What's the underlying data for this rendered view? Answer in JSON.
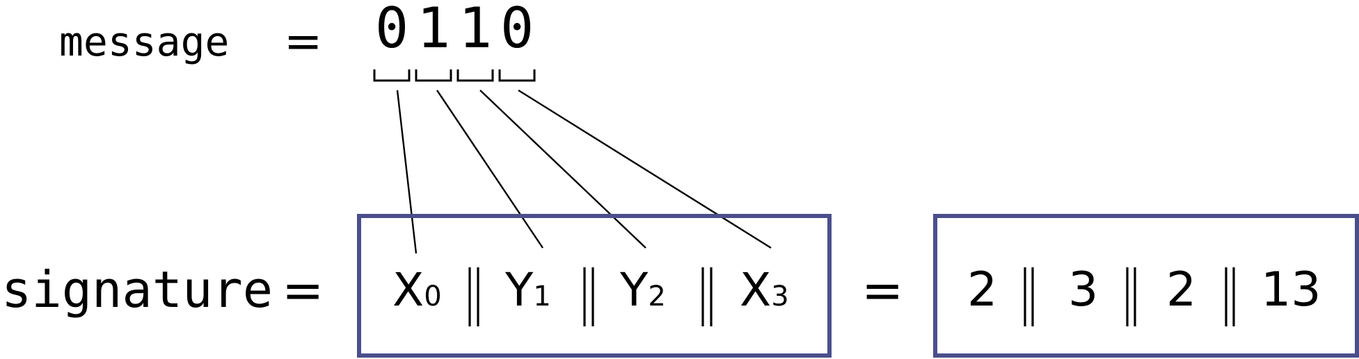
{
  "message": {
    "label": "message",
    "equals": "=",
    "bits": [
      "0",
      "1",
      "1",
      "0"
    ]
  },
  "signature": {
    "label": "signature",
    "equals": "=",
    "parts": [
      {
        "base": "X",
        "subscript": "0"
      },
      {
        "base": "Y",
        "subscript": "1"
      },
      {
        "base": "Y",
        "subscript": "2"
      },
      {
        "base": "X",
        "subscript": "3"
      }
    ],
    "result_equals": "=",
    "values": [
      "2",
      "3",
      "2",
      "13"
    ]
  },
  "colors": {
    "box_border": "#4a4f8c",
    "text": "#000000"
  }
}
